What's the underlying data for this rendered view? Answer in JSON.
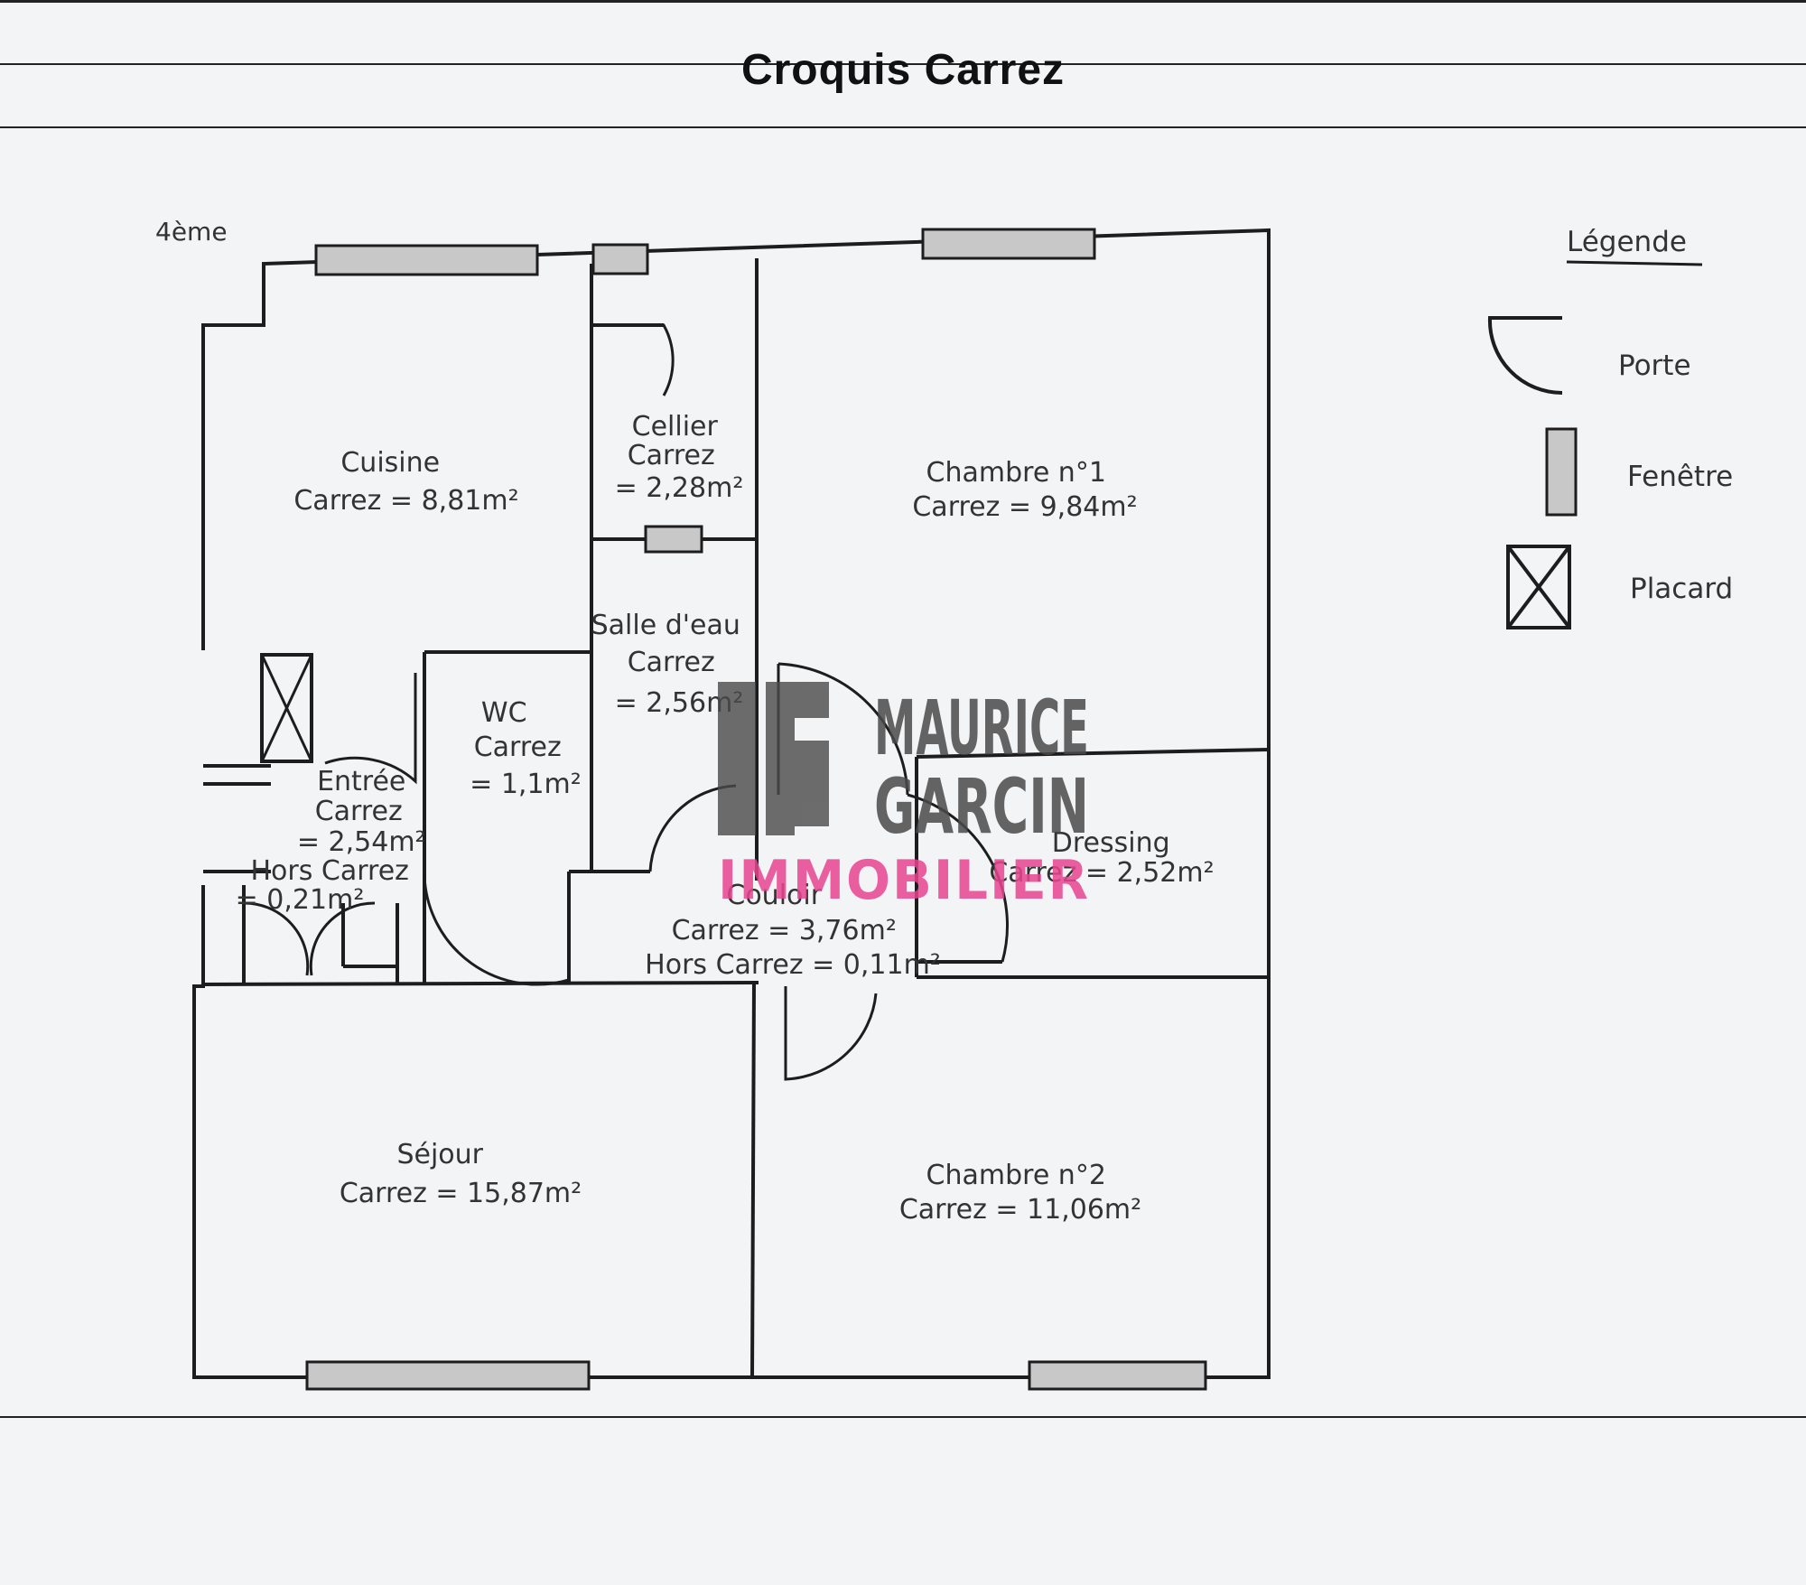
{
  "header": {
    "title": "Croquis Carrez"
  },
  "plan": {
    "floor_label": "4ème",
    "rooms": [
      {
        "id": "cuisine",
        "lines": [
          "Cuisine",
          "Carrez = 8,81m²"
        ]
      },
      {
        "id": "cellier",
        "lines": [
          "Cellier",
          "Carrez",
          "= 2,28m²"
        ]
      },
      {
        "id": "chambre1",
        "lines": [
          "Chambre n°1",
          "Carrez = 9,84m²"
        ]
      },
      {
        "id": "salle-deau",
        "lines": [
          "Salle d'eau",
          "Carrez",
          "= 2,56m²"
        ]
      },
      {
        "id": "wc",
        "lines": [
          "WC",
          "Carrez",
          "= 1,1m²"
        ]
      },
      {
        "id": "entree",
        "lines": [
          "Entrée",
          "Carrez",
          "= 2,54m²",
          "Hors Carrez",
          "= 0,21m²"
        ]
      },
      {
        "id": "dressing",
        "lines": [
          "Dressing",
          "Carrez = 2,52m²"
        ]
      },
      {
        "id": "couloir",
        "lines": [
          "Couloir",
          "Carrez = 3,76m²",
          "Hors Carrez = 0,11m²"
        ]
      },
      {
        "id": "sejour",
        "lines": [
          "Séjour",
          "Carrez = 15,87m²"
        ]
      },
      {
        "id": "chambre2",
        "lines": [
          "Chambre n°2",
          "Carrez = 11,06m²"
        ]
      }
    ]
  },
  "legend": {
    "title": "Légende",
    "items": [
      {
        "icon": "door-icon",
        "label": "Porte"
      },
      {
        "icon": "window-icon",
        "label": "Fenêtre"
      },
      {
        "icon": "closet-icon",
        "label": "Placard"
      }
    ]
  },
  "watermark": {
    "monogram": "MG",
    "line1": "MAURICE",
    "line2": "GARCIN",
    "line3": "IMMOBILIER"
  }
}
